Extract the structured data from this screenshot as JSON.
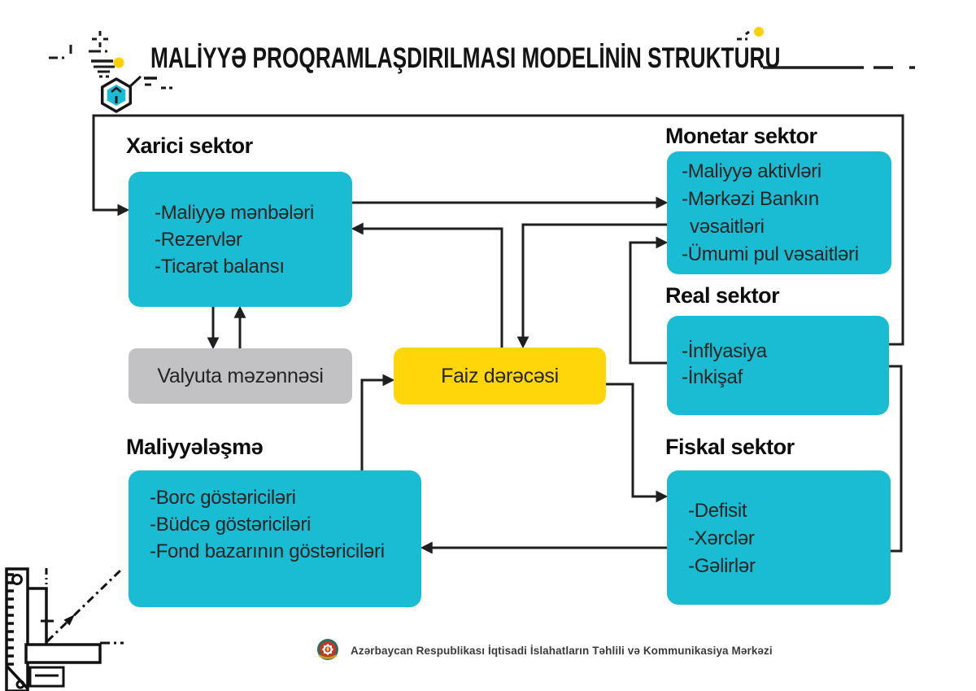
{
  "title": "MALİYYƏ PROQRAMLAŞDIRILMASI MODELİNİN STRUKTURU",
  "sections": {
    "xarici": {
      "heading": "Xarici sektor",
      "items": [
        "-Maliyyə mənbələri",
        "-Rezervlər",
        "-Ticarət balansı"
      ]
    },
    "monetar": {
      "heading": "Monetar sektor",
      "items": [
        "-Maliyyə aktivləri",
        "-Mərkəzi Bankın",
        "vəsaitləri",
        "-Ümumi pul vəsaitləri"
      ]
    },
    "real": {
      "heading": "Real sektor",
      "items": [
        "-İnflyasiya",
        "-İnkişaf"
      ]
    },
    "fiskal": {
      "heading": "Fiskal sektor",
      "items": [
        "-Defisit",
        "-Xərclər",
        "-Gəlirlər"
      ]
    },
    "maliyyelesme": {
      "heading": "Maliyyələşmə",
      "items": [
        "-Borc göstəriciləri",
        "-Büdcə göstəriciləri",
        "-Fond bazarının göstəriciləri"
      ]
    }
  },
  "nodes": {
    "valyuta": "Valyuta məzənnəsi",
    "faiz": "Faiz dərəcəsi"
  },
  "footer": {
    "org": "Azərbaycan Respublikası İqtisadi İslahatların Təhlili və Kommunikasiya Mərkəzi"
  },
  "colors": {
    "box_cyan": "#19bcd3",
    "box_yellow": "#ffd60a",
    "box_gray": "#c2c2c4",
    "line": "#1f1f1f",
    "accent_dot": "#ffd008"
  },
  "edges": [
    {
      "from": "real-sektor",
      "to": "xarici-sektor",
      "via": "outer-frame",
      "arrow": true
    },
    {
      "from": "xarici-sektor",
      "to": "monetar-sektor",
      "arrow": true
    },
    {
      "from": "faiz-derecesi",
      "to": "xarici-sektor",
      "arrow": true
    },
    {
      "from": "monetar-sektor",
      "to": "faiz-derecesi",
      "arrow": true
    },
    {
      "from": "real-sektor",
      "to": "monetar-sektor",
      "arrow": true
    },
    {
      "from": "maliyyelesme",
      "to": "faiz-derecesi",
      "arrow": true
    },
    {
      "from": "faiz-derecesi",
      "to": "fiskal-sektor",
      "arrow": true
    },
    {
      "from": "fiskal-sektor",
      "to": "maliyyelesme",
      "arrow": true
    },
    {
      "from": "real-sektor",
      "to": "fiskal-sektor",
      "arrow": false
    },
    {
      "from": "xarici-sektor",
      "to": "valyuta-mezennesi",
      "arrow": true
    },
    {
      "from": "valyuta-mezennesi",
      "to": "xarici-sektor",
      "arrow": true
    }
  ]
}
